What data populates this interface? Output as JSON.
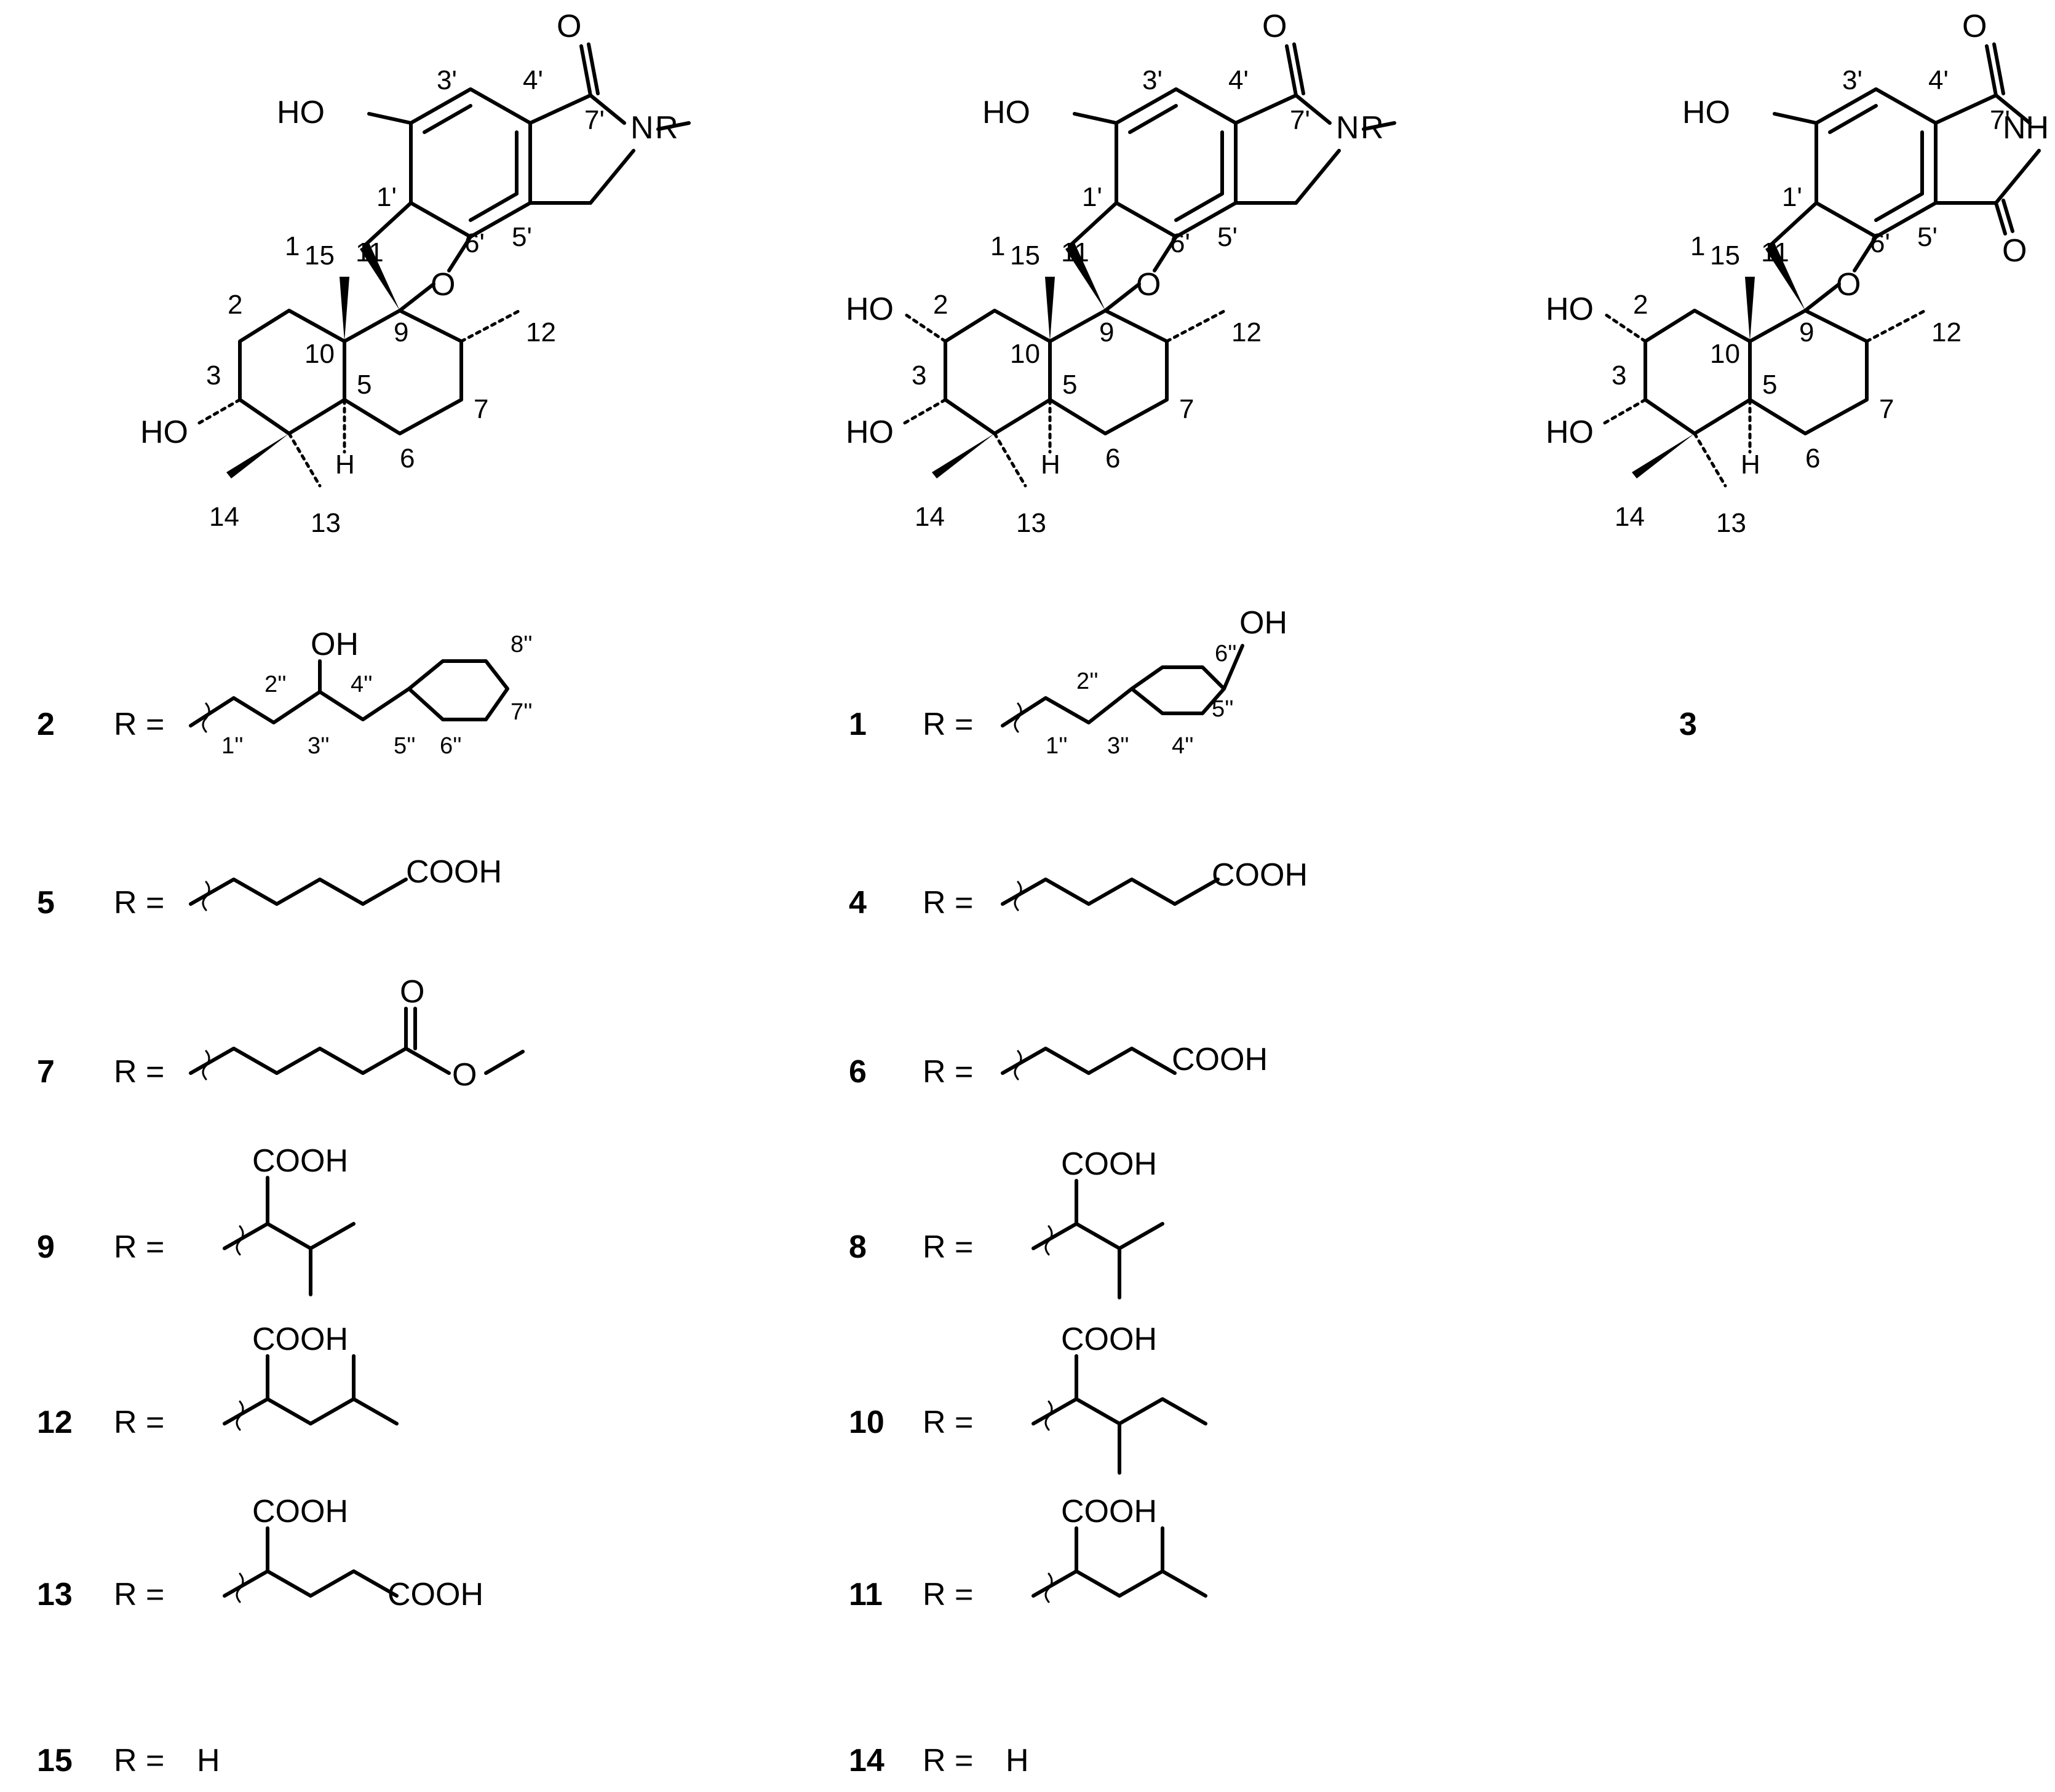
{
  "core": {
    "atoms": {
      "c1": "1",
      "c2": "2",
      "c3": "3",
      "c5": "5",
      "c6": "6",
      "c7": "7",
      "c9": "9",
      "c10": "10",
      "c11": "11",
      "c12": "12",
      "c13": "13",
      "c14": "14",
      "c15": "15",
      "c1p": "1'",
      "c3p": "3'",
      "c4p": "4'",
      "c5p": "5'",
      "c6p": "6'",
      "c7p": "7'",
      "h": "H",
      "o": "O",
      "ho": "HO",
      "n": "N",
      "r": "R",
      "nh": "NH"
    }
  },
  "compounds": {
    "c1": "1",
    "c2": "2",
    "c3": "3",
    "c4": "4",
    "c5": "5",
    "c6": "6",
    "c7": "7",
    "c8": "8",
    "c9": "9",
    "c10": "10",
    "c11": "11",
    "c12": "12",
    "c13": "13",
    "c14": "14",
    "c15": "15"
  },
  "r_label": "R =",
  "substituents": {
    "oh": "OH",
    "cooh": "COOH",
    "o": "O",
    "h": "H",
    "p1": "1''",
    "p2": "2''",
    "p3": "3''",
    "p4": "4''",
    "p5": "5''",
    "p6": "6''",
    "p7": "7''",
    "p8": "8''"
  }
}
